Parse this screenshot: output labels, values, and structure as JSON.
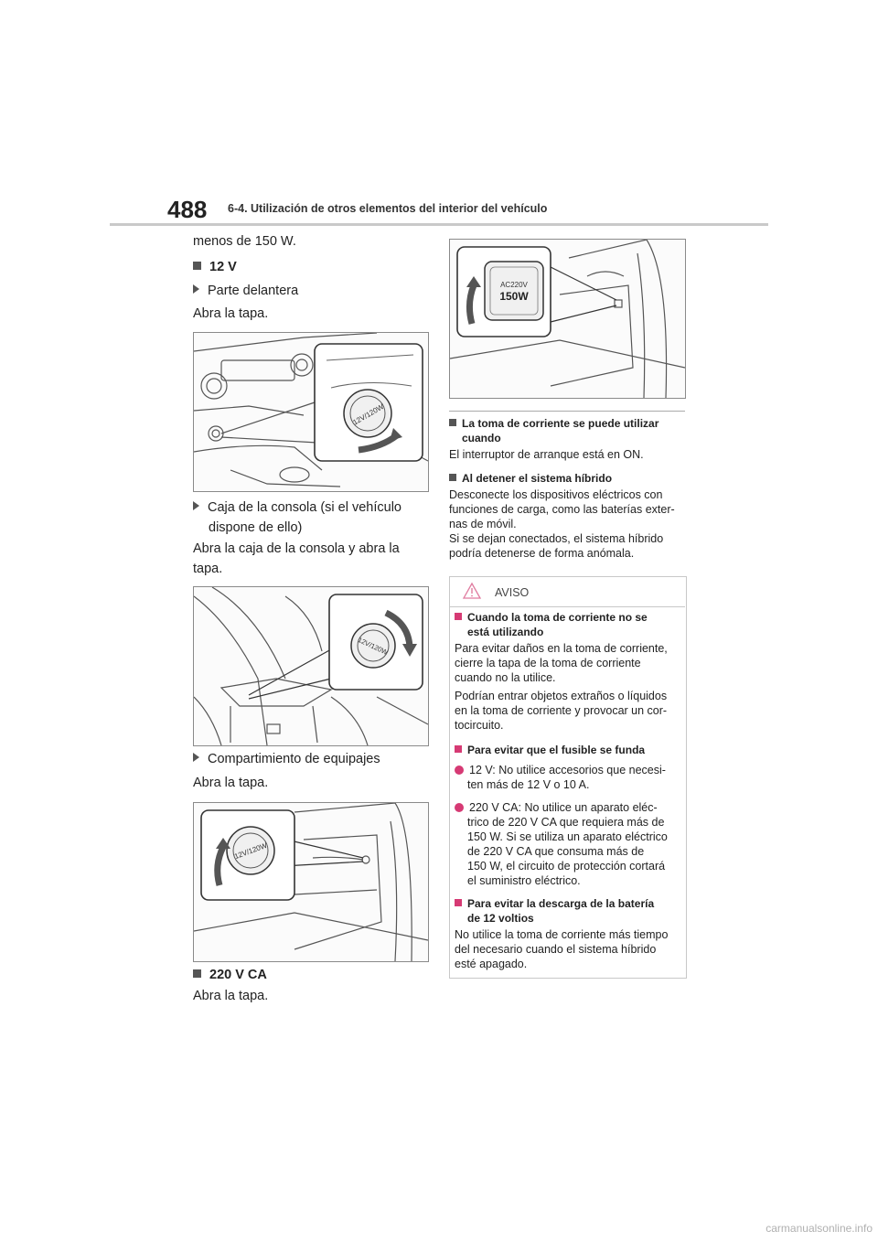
{
  "header": {
    "page_number": "488",
    "section_title": "6-4. Utilización de otros elementos del interior del vehículo"
  },
  "left": {
    "intro": "menos de 150 W.",
    "h_12v": "12 V",
    "sub_front": "Parte delantera",
    "open_lid_1": "Abra la tapa.",
    "sub_console_l1": "Caja de la consola (si el vehículo",
    "sub_console_l2": "dispone de ello)",
    "console_text_l1": "Abra la caja de la consola y abra la",
    "console_text_l2": "tapa.",
    "sub_luggage": "Compartimiento de equipajes",
    "open_lid_2": "Abra la tapa.",
    "h_220v": "220 V CA",
    "open_lid_3": "Abra la tapa."
  },
  "figures": {
    "cap_12v": "12V/120W",
    "ac_l1": "AC220V",
    "ac_l2": "150W"
  },
  "right": {
    "usable_h1": "La toma de corriente se puede utilizar",
    "usable_h2": "cuando",
    "usable_text": "El interruptor de arranque está en ON.",
    "stop_h": "Al detener el sistema híbrido",
    "stop_l1": "Desconecte los dispositivos eléctricos con",
    "stop_l2": "funciones de carga, como las baterías exter-",
    "stop_l3": "nas de móvil.",
    "stop_l4": "Si se dejan conectados, el sistema híbrido",
    "stop_l5": "podría detenerse de forma anómala."
  },
  "notice": {
    "title": "AVISO",
    "s1_h1": "Cuando la toma de corriente no se",
    "s1_h2": "está utilizando",
    "s1_p1_l1": "Para evitar daños en la toma de corriente,",
    "s1_p1_l2": "cierre la tapa de la toma de corriente",
    "s1_p1_l3": "cuando no la utilice.",
    "s1_p2_l1": "Podrían entrar objetos extraños o líquidos",
    "s1_p2_l2": "en la toma de corriente y provocar un cor-",
    "s1_p2_l3": "tocircuito.",
    "s2_h": "Para evitar que el fusible se funda",
    "s2_b1_l1": "12 V: No utilice accesorios que necesi-",
    "s2_b1_l2": "ten más de 12 V o 10 A.",
    "s2_b2_l1": "220 V CA: No utilice un aparato eléc-",
    "s2_b2_l2": "trico de 220 V CA que requiera más de",
    "s2_b2_l3": "150 W. Si se utiliza un aparato eléctrico",
    "s2_b2_l4": "de 220 V CA que consuma más de",
    "s2_b2_l5": "150 W, el circuito de protección cortará",
    "s2_b2_l6": "el suministro eléctrico.",
    "s3_h1": "Para evitar la descarga de la batería",
    "s3_h2": "de 12 voltios",
    "s3_l1": "No utilice la toma de corriente más tiempo",
    "s3_l2": "del necesario cuando el sistema híbrido",
    "s3_l3": "esté apagado."
  },
  "watermark": "carmanualsonline.info",
  "colors": {
    "accent": "#d63a74",
    "header_rule": "#c9c9c9"
  }
}
